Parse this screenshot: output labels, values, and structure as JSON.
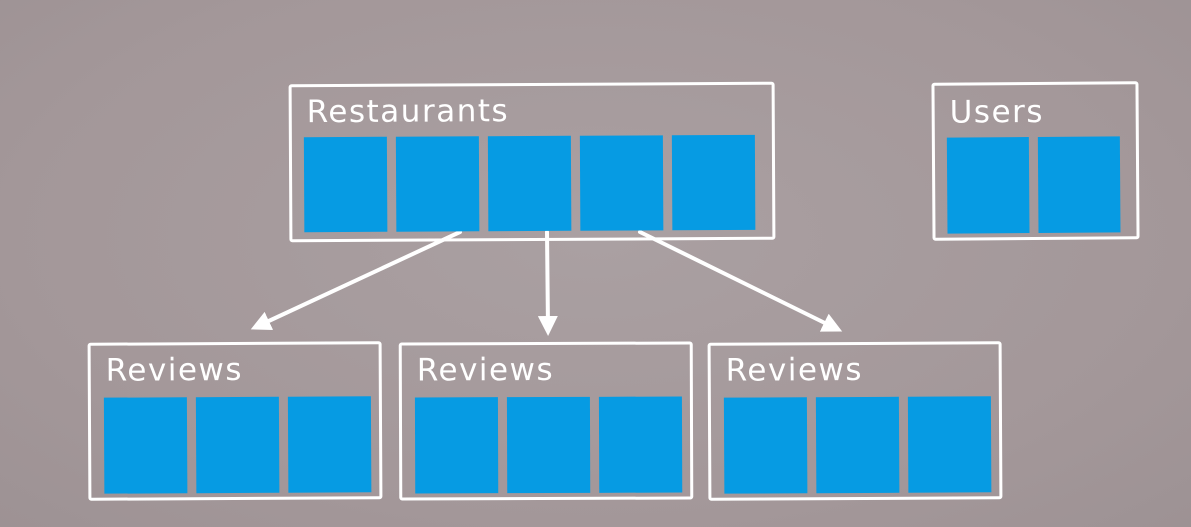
{
  "restaurants": {
    "label": "Restaurants",
    "document_count": 5
  },
  "users": {
    "label": "Users",
    "document_count": 2
  },
  "reviews": [
    {
      "label": "Reviews",
      "document_count": 3
    },
    {
      "label": "Reviews",
      "document_count": 3
    },
    {
      "label": "Reviews",
      "document_count": 3
    }
  ],
  "colors": {
    "background": "#a69b9d",
    "document_fill": "#069be3",
    "outline": "#ffffff"
  }
}
